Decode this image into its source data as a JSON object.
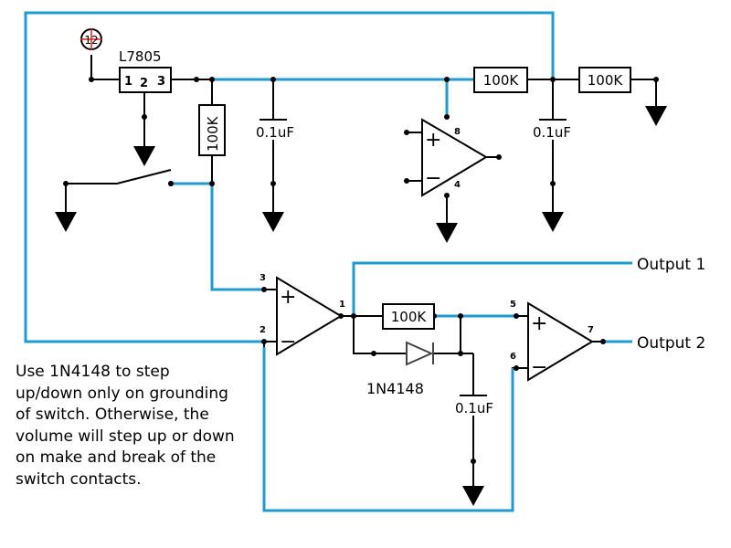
{
  "colors": {
    "wire_blue": "#1f9bd0",
    "wire_black": "#000000",
    "diode": "#444444",
    "supply_mark": "#e02020"
  },
  "supply": {
    "label": "12"
  },
  "regulator": {
    "name": "L7805",
    "pins": [
      "1",
      "2",
      "3"
    ]
  },
  "resistors": {
    "r_bias": "100K",
    "r_top_mid": "100K",
    "r_top_right": "100K",
    "r_filter": "100K"
  },
  "capacitors": {
    "c_reg": "0.1uF",
    "c_ref": "0.1uF",
    "c_filter": "0.1uF"
  },
  "diode": {
    "part": "1N4148"
  },
  "opamp_buffer": {
    "pin_top": "8",
    "pin_bottom": "4",
    "plus": "+",
    "minus": "−"
  },
  "opamp_comparator": {
    "pin_noninv": "3",
    "pin_inv": "2",
    "pin_out": "1",
    "plus": "+",
    "minus": "−"
  },
  "opamp_output": {
    "pin_noninv": "5",
    "pin_inv": "6",
    "pin_out": "7",
    "plus": "+",
    "minus": "−"
  },
  "outputs": {
    "out1": "Output 1",
    "out2": "Output 2"
  },
  "note": "Use 1N4148 to step up/down only on grounding of switch. Otherwise, the volume will step up or down on make and break of the switch contacts."
}
